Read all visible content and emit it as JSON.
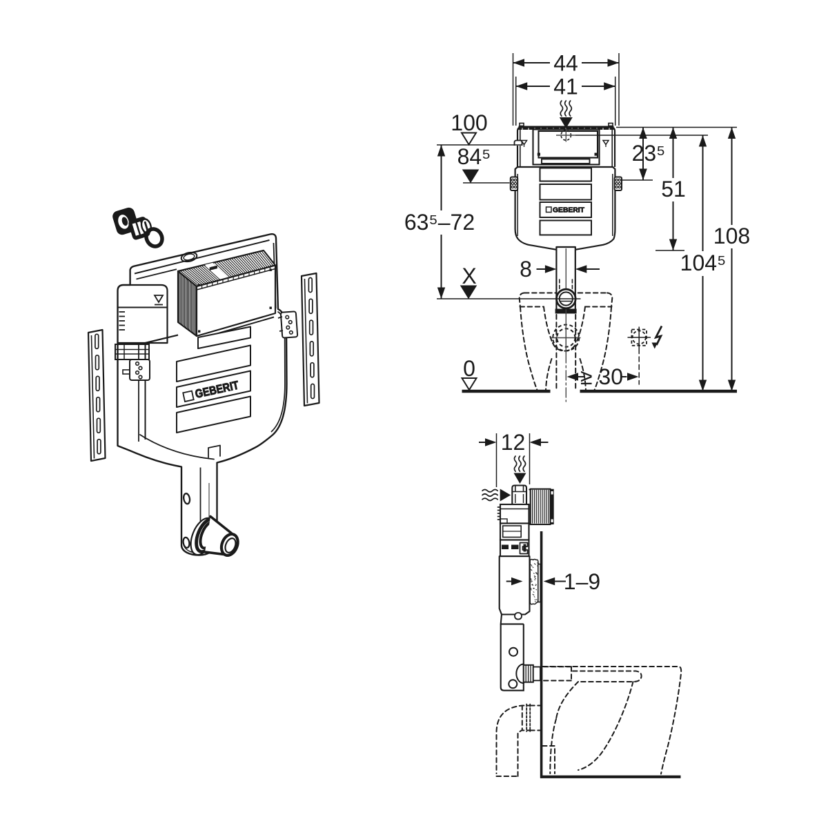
{
  "page": {
    "background": "#ffffff",
    "ink": "#1a1a1a",
    "description": "Technical installation drawing of a Geberit concealed cistern: exploded view, dimensioned front elevation and side section (dimensions in cm)"
  },
  "views": {
    "isometric": {
      "name": "exploded-view",
      "brand_label": "GEBERIT"
    },
    "front": {
      "name": "front-elevation",
      "brand_label": "GEBERIT",
      "dims": {
        "overall_width": "44",
        "tank_width": "41",
        "meter_level": "100",
        "top_height": "84⁵",
        "cover_depth": "23⁵",
        "tank_height": "51",
        "actuator_range": "63⁵–72",
        "pipe_width": "8",
        "overall_height": "108",
        "supply_height": "104⁵",
        "floor_level": "0",
        "side_clearance": "≥ 30",
        "connection_level": "X"
      }
    },
    "side": {
      "name": "side-section",
      "dims": {
        "install_depth": "12",
        "wall_lining_range": "1–9"
      }
    }
  },
  "symbols": {
    "odour_extraction_icon": "wavy-lines-with-down-arrow",
    "water_supply_icon": "wavy-lines-with-right-arrow",
    "electrical_connection_icon": "dashed-box-with-crosshair",
    "lightning_bolt_icon": "electric-flash-arrow",
    "water_level_mark": "nabla-triangle",
    "floor_level_mark": "open-nabla-triangle"
  }
}
